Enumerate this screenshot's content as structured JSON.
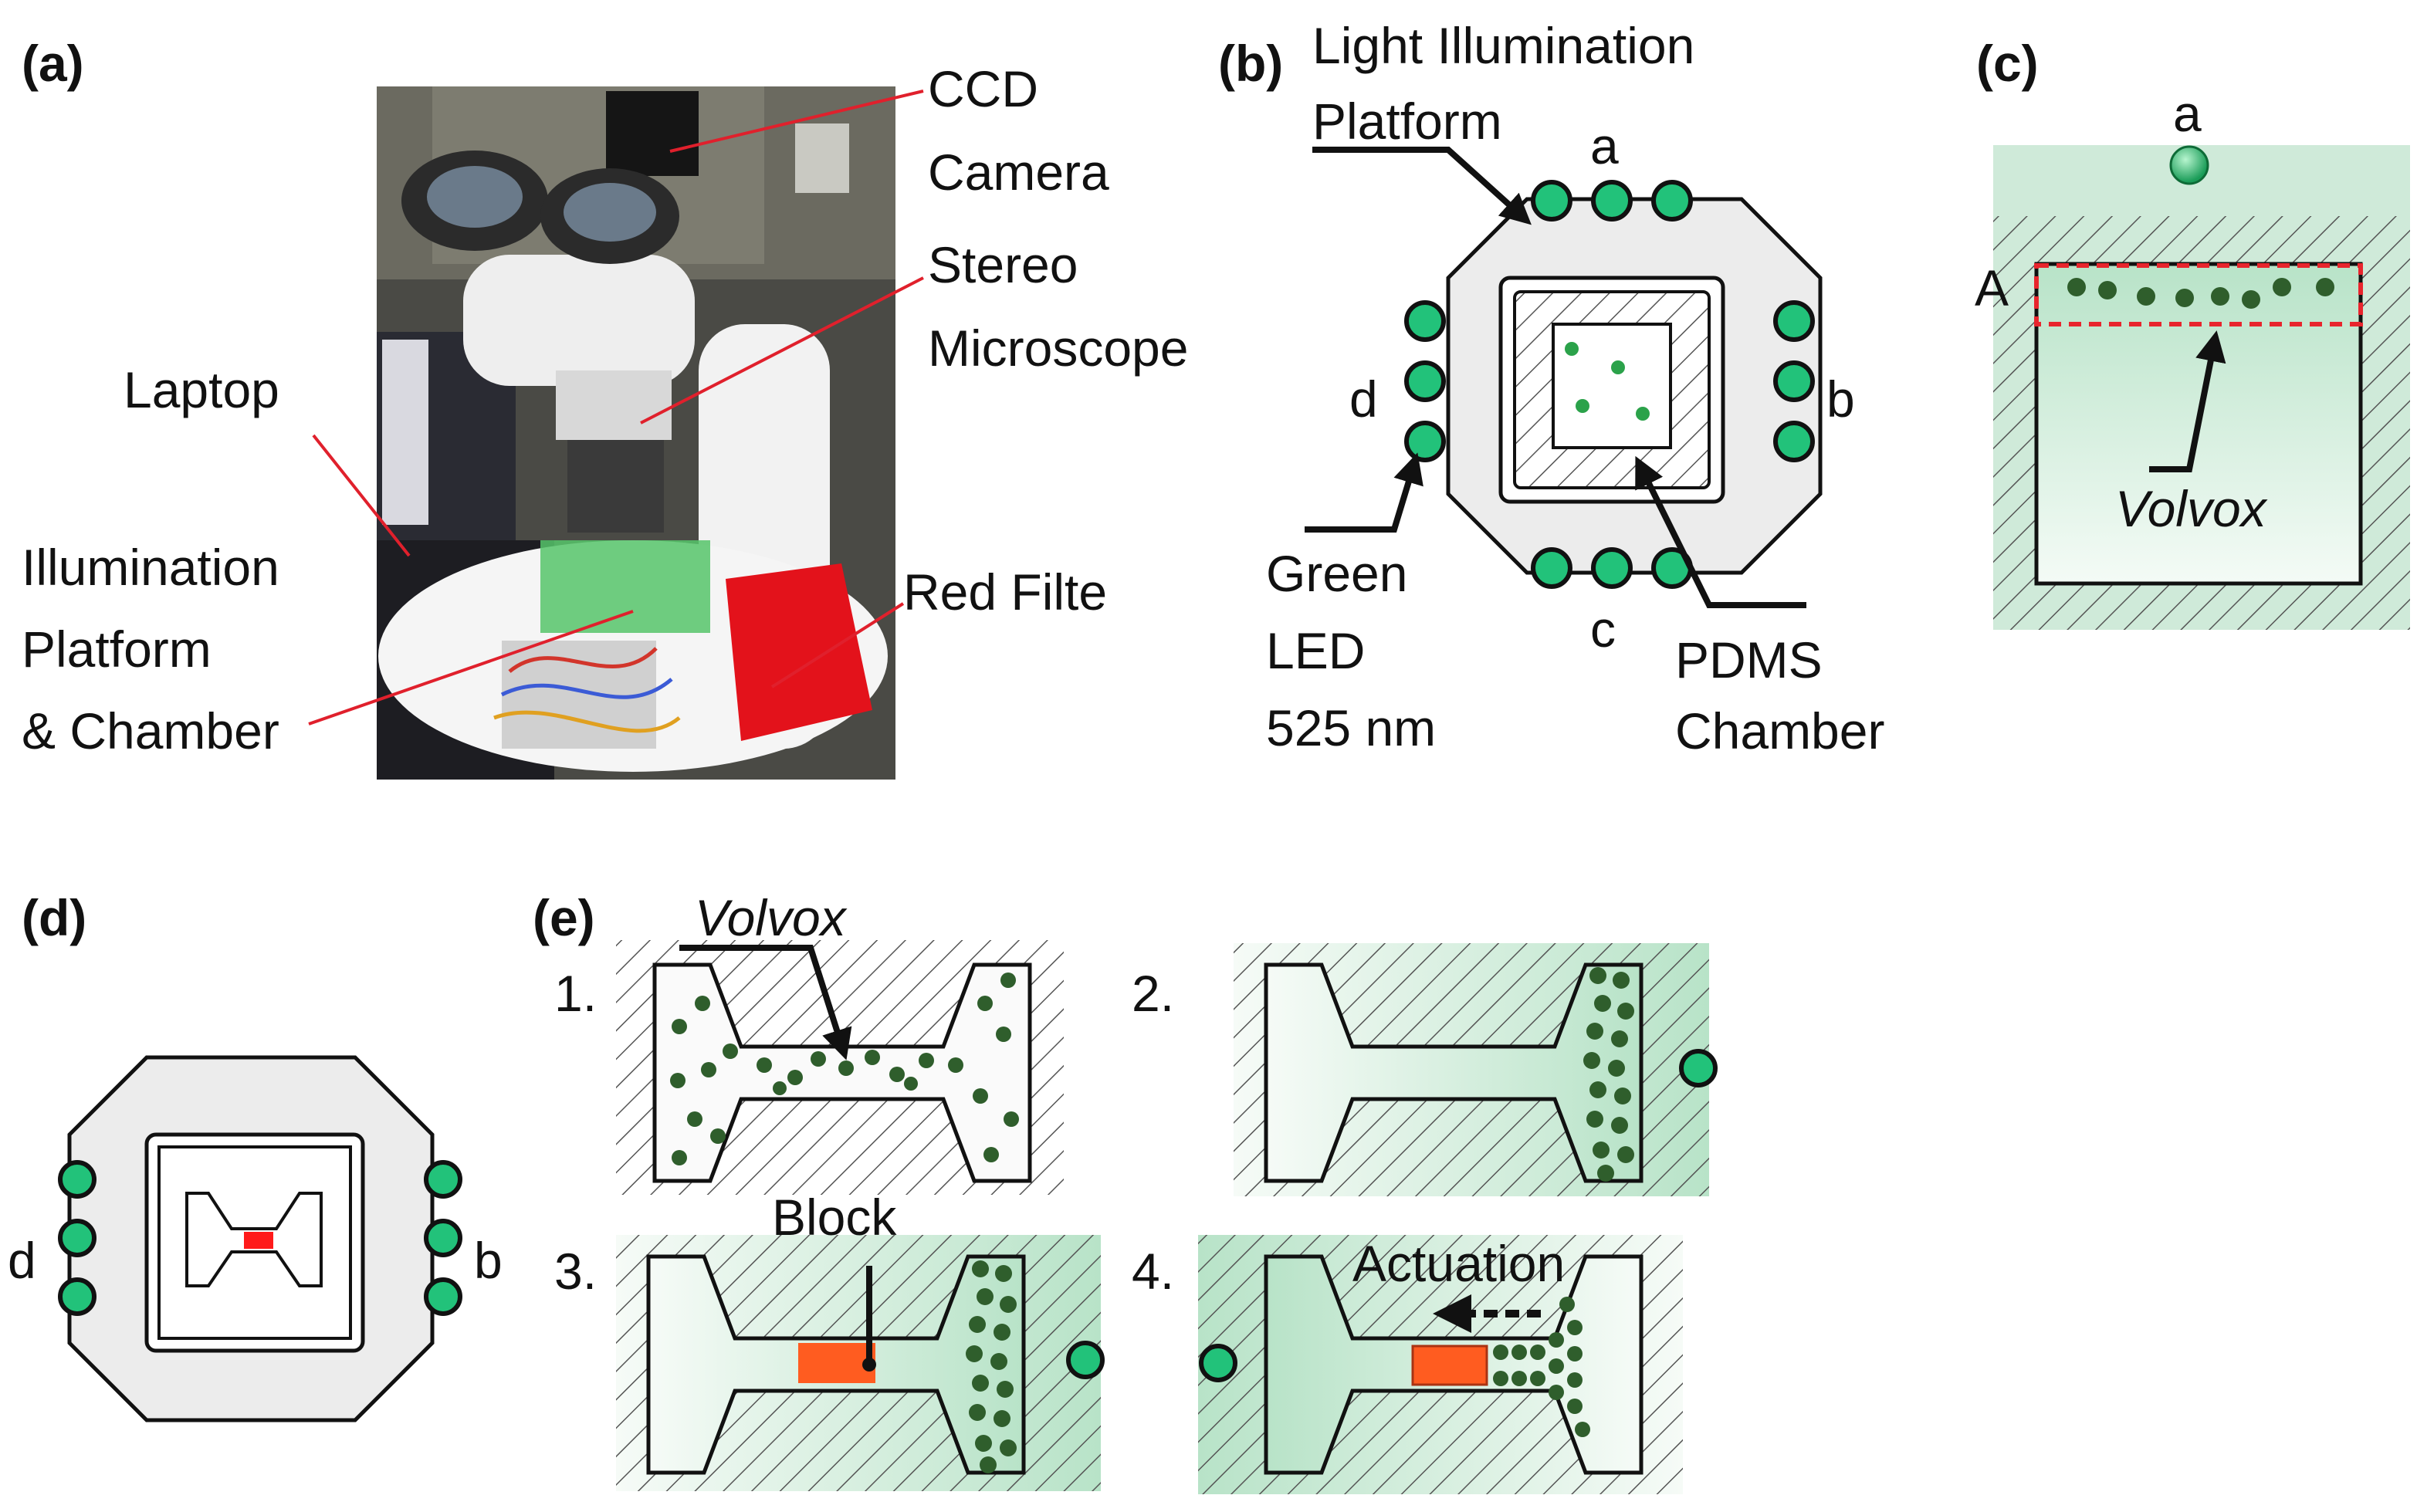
{
  "panels": {
    "a": {
      "label": "(a)",
      "callouts": {
        "ccd": [
          "CCD",
          "Camera"
        ],
        "stereo": [
          "Stereo",
          "Microscope"
        ],
        "laptop": "Laptop",
        "illum": [
          "Illumination",
          "Platform",
          "& Chamber"
        ],
        "red": "Red Filte"
      }
    },
    "b": {
      "label": "(b)",
      "title": [
        "Light Illumination",
        "Platform"
      ],
      "sides": {
        "a": "a",
        "b": "b",
        "c": "c",
        "d": "d"
      },
      "led": [
        "Green",
        "LED",
        "525 nm"
      ],
      "chamber": [
        "PDMS",
        "Chamber"
      ]
    },
    "c": {
      "label": "(c)",
      "led": "a",
      "region": "A",
      "organism": "Volvox"
    },
    "d": {
      "label": "(d)",
      "left": "d",
      "right": "b"
    },
    "e": {
      "label": "(e)",
      "steps": [
        "1.",
        "2.",
        "3.",
        "4."
      ],
      "organism": "Volvox",
      "block": "Block",
      "actuation": "Actuation"
    }
  },
  "colors": {
    "led": "#22c27a",
    "light": "#cfead9",
    "platform": "#ececec",
    "block": "#ff5c20",
    "volvox": "#2f5e2c",
    "callout_line": "#e0202c"
  }
}
